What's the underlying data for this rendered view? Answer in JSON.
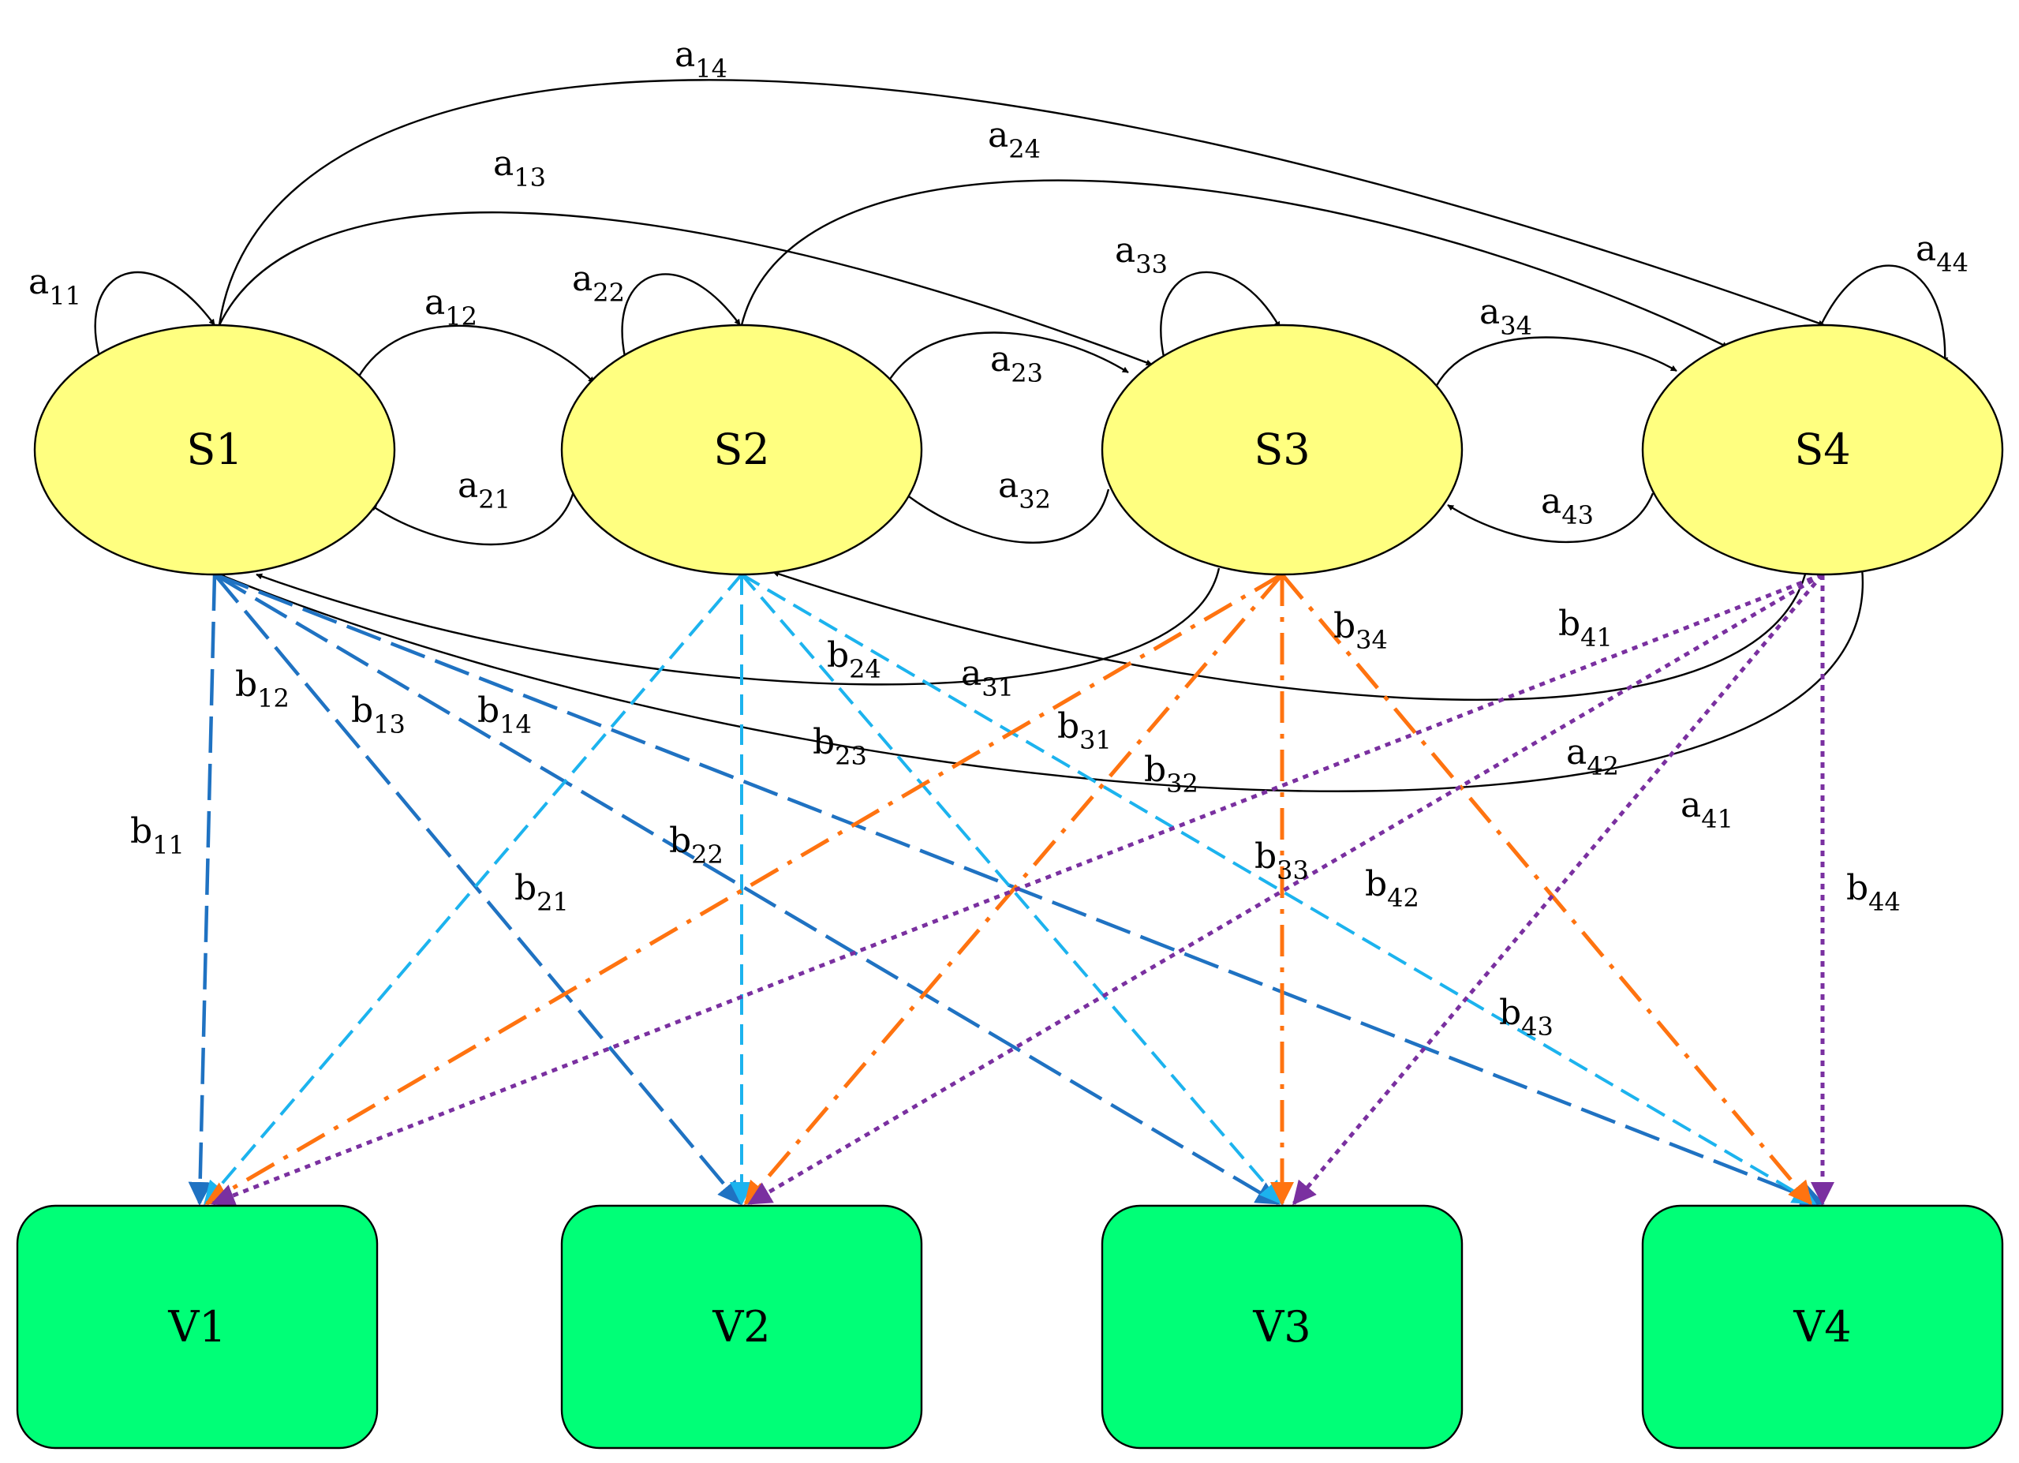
{
  "states": [
    {
      "id": "S1",
      "label": "S1"
    },
    {
      "id": "S2",
      "label": "S2"
    },
    {
      "id": "S3",
      "label": "S3"
    },
    {
      "id": "S4",
      "label": "S4"
    }
  ],
  "observations": [
    {
      "id": "V1",
      "label": "V1"
    },
    {
      "id": "V2",
      "label": "V2"
    },
    {
      "id": "V3",
      "label": "V3"
    },
    {
      "id": "V4",
      "label": "V4"
    }
  ],
  "transition_labels": {
    "a11": {
      "base": "a",
      "sub": "11"
    },
    "a12": {
      "base": "a",
      "sub": "12"
    },
    "a13": {
      "base": "a",
      "sub": "13"
    },
    "a14": {
      "base": "a",
      "sub": "14"
    },
    "a21": {
      "base": "a",
      "sub": "21"
    },
    "a22": {
      "base": "a",
      "sub": "22"
    },
    "a23": {
      "base": "a",
      "sub": "23"
    },
    "a24": {
      "base": "a",
      "sub": "24"
    },
    "a31": {
      "base": "a",
      "sub": "31"
    },
    "a32": {
      "base": "a",
      "sub": "32"
    },
    "a33": {
      "base": "a",
      "sub": "33"
    },
    "a34": {
      "base": "a",
      "sub": "34"
    },
    "a41": {
      "base": "a",
      "sub": "41"
    },
    "a42": {
      "base": "a",
      "sub": "42"
    },
    "a43": {
      "base": "a",
      "sub": "43"
    },
    "a44": {
      "base": "a",
      "sub": "44"
    }
  },
  "emission_labels": {
    "b11": {
      "base": "b",
      "sub": "11"
    },
    "b12": {
      "base": "b",
      "sub": "12"
    },
    "b13": {
      "base": "b",
      "sub": "13"
    },
    "b14": {
      "base": "b",
      "sub": "14"
    },
    "b21": {
      "base": "b",
      "sub": "21"
    },
    "b22": {
      "base": "b",
      "sub": "22"
    },
    "b23": {
      "base": "b",
      "sub": "23"
    },
    "b24": {
      "base": "b",
      "sub": "24"
    },
    "b31": {
      "base": "b",
      "sub": "31"
    },
    "b32": {
      "base": "b",
      "sub": "32"
    },
    "b33": {
      "base": "b",
      "sub": "33"
    },
    "b34": {
      "base": "b",
      "sub": "34"
    },
    "b41": {
      "base": "b",
      "sub": "41"
    },
    "b42": {
      "base": "b",
      "sub": "42"
    },
    "b43": {
      "base": "b",
      "sub": "43"
    },
    "b44": {
      "base": "b",
      "sub": "44"
    }
  },
  "colors": {
    "state_fill": "#ffff80",
    "observation_fill": "#00ff77",
    "outline": "#000000",
    "emission_S1": "#1f72c2",
    "emission_S2": "#1cb3ee",
    "emission_S3": "#ff7310",
    "emission_S4": "#7a30a0"
  }
}
